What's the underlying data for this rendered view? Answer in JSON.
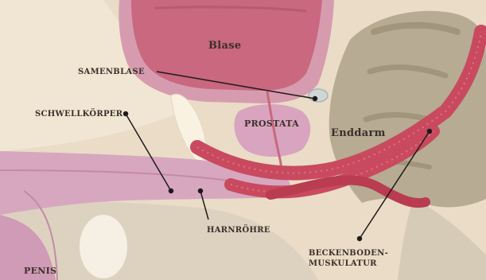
{
  "labels": {
    "blase": "Blase",
    "samenblase": "SAMENBLASE",
    "schwellkoerper": "SCHWELLKÖRPER",
    "prostata": "PROSTATA",
    "enddarm": "Enddarm",
    "harnroehre": "HARNRÖHRE",
    "beckenboden_line1": "BECKENBODEN-",
    "beckenboden_line2": "MUSKULATUR",
    "penis": "PENIS"
  },
  "colors": {
    "background": "#f3e9d8",
    "tissue": "#e8d8c2",
    "bladder": "#c9687f",
    "bladder_wall": "#d79bb0",
    "prostate": "#d9a4bf",
    "muscle": "#c94a5e",
    "rectum": "#b7ab93",
    "cavernous": "#d7a7c0"
  }
}
